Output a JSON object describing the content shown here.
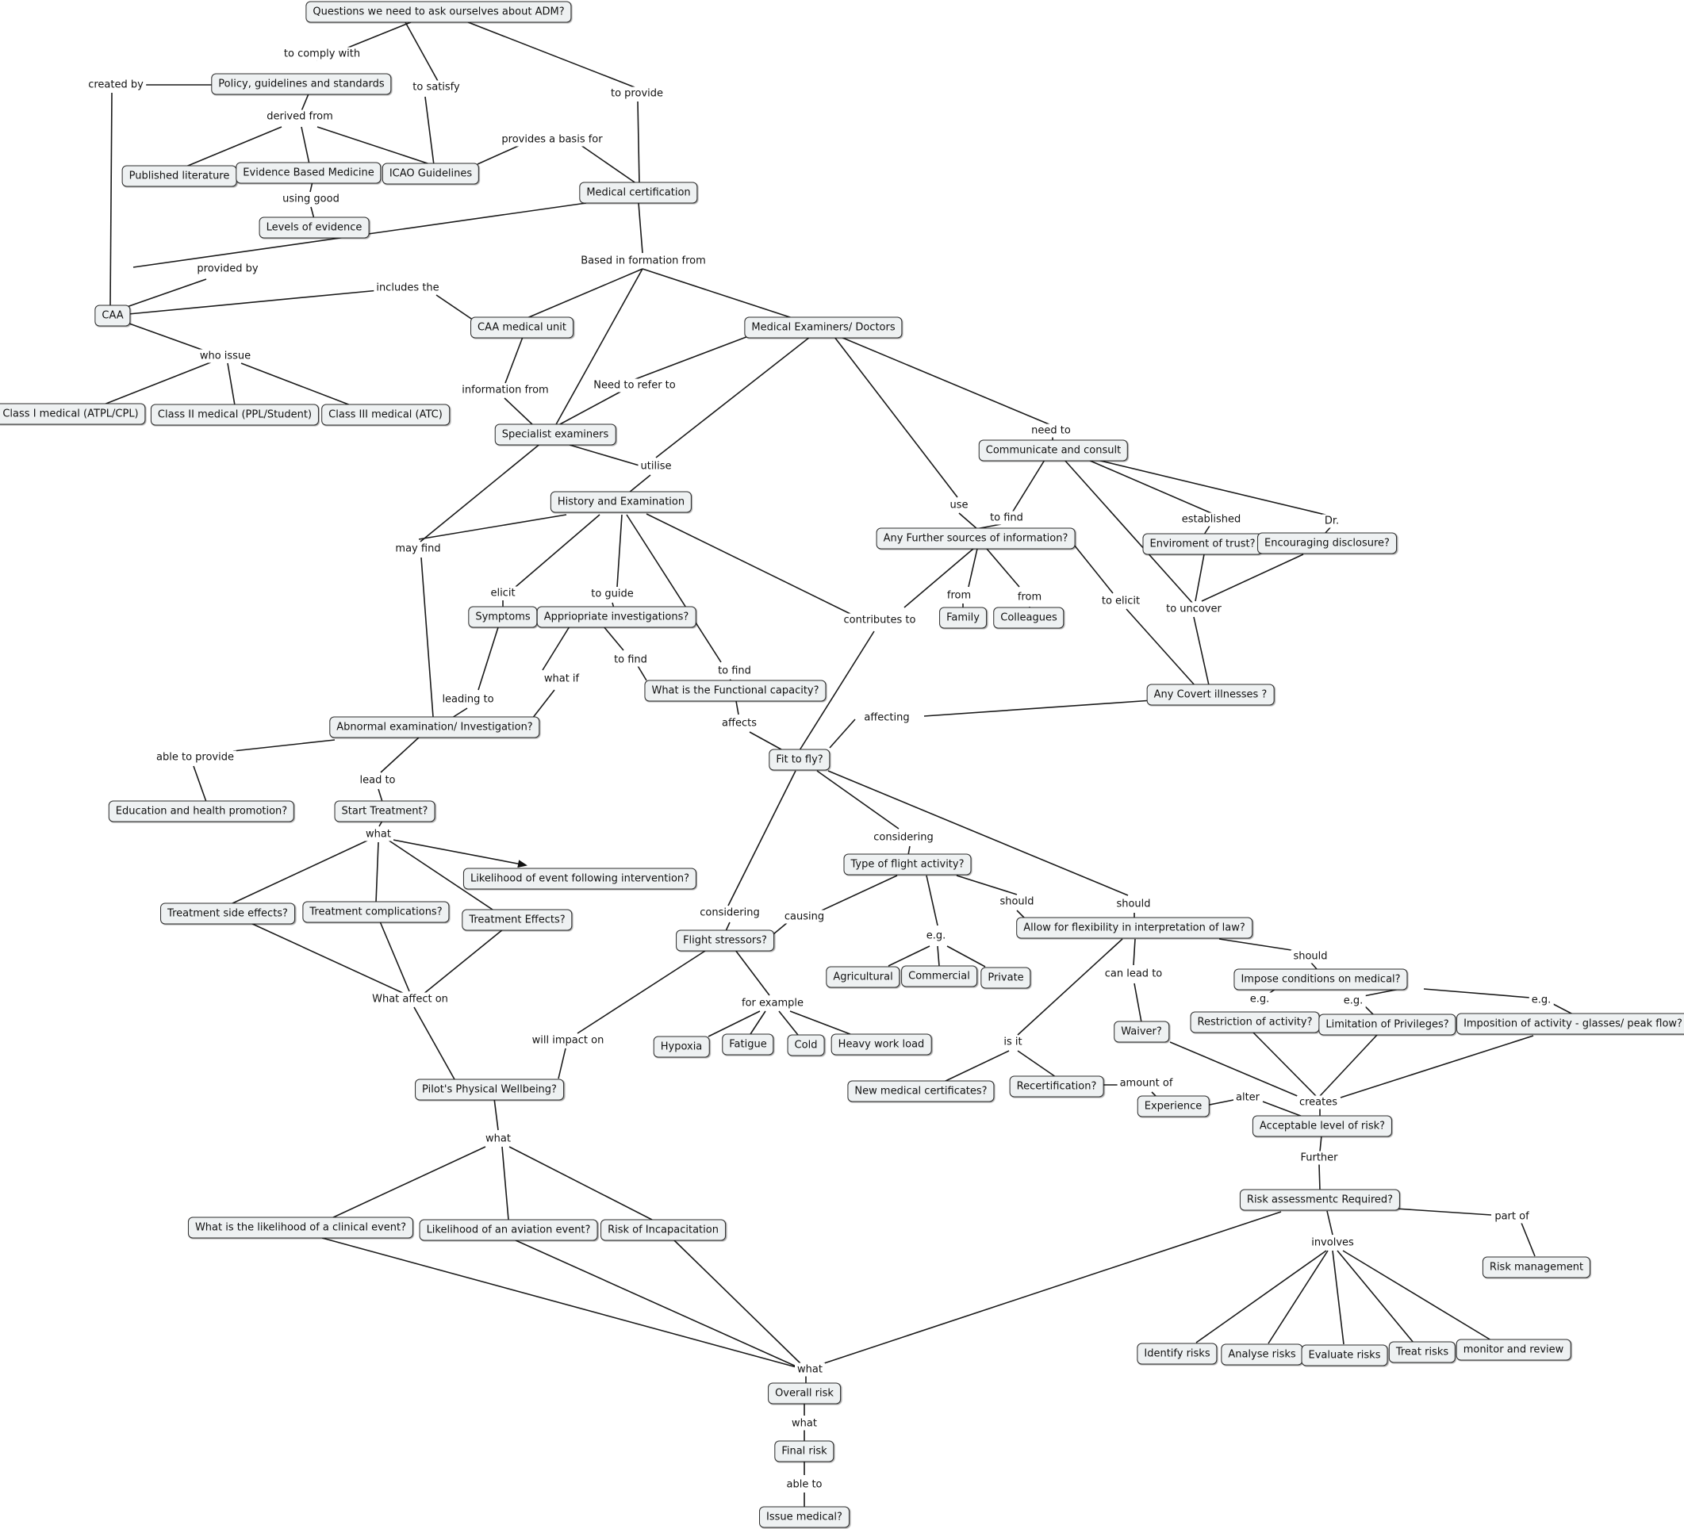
{
  "concepts": {
    "questions": "Questions we need to ask ourselves about ADM?",
    "policy": "Policy, guidelines and standards",
    "published_literature": "Published literature",
    "evidence_based_medicine": "Evidence Based Medicine",
    "icao_guidelines": "ICAO Guidelines",
    "levels_of_evidence": "Levels of evidence",
    "medical_certification": "Medical certification",
    "caa": "CAA",
    "caa_medical_unit": "CAA medical unit",
    "medical_examiners": "Medical Examiners/ Doctors",
    "class_1": "Class I medical (ATPL/CPL)",
    "class_2": "Class II medical (PPL/Student)",
    "class_3": "Class III medical (ATC)",
    "specialist_examiners": "Specialist examiners",
    "communicate_consult": "Communicate and consult",
    "history_examination": "History and Examination",
    "further_sources": "Any Further sources of information?",
    "environment_trust": "Enviroment of trust?",
    "encouraging_disclosure": "Encouraging disclosure?",
    "symptoms": "Symptoms",
    "appropriate_investigations": "Appriopriate investigations?",
    "family": "Family",
    "colleagues": "Colleagues",
    "functional_capacity": "What is the Functional capacity?",
    "covert_illnesses": "Any Covert illnesses ?",
    "abnormal_examination": "Abnormal examination/ Investigation?",
    "fit_to_fly": "Fit to fly?",
    "education_health": "Education and health promotion?",
    "start_treatment": "Start Treatment?",
    "likelihood_following": "Likelihood of event following intervention?",
    "type_flight_activity": "Type of flight activity?",
    "treatment_side_effects": "Treatment side effects?",
    "treatment_complications": "Treatment complications?",
    "treatment_effects": "Treatment Effects?",
    "allow_flexibility": "Allow for flexibility in interpretation of law?",
    "flight_stressors": "Flight stressors?",
    "agricultural": "Agricultural",
    "commercial": "Commercial",
    "private": "Private",
    "impose_conditions": "Impose conditions on medical?",
    "restriction_activity": "Restriction of activity?",
    "limitation_privileges": "Limitation of Privileges?",
    "imposition_activity": "Imposition of activity - glasses/ peak flow?",
    "waiver": "Waiver?",
    "hypoxia": "Hypoxia",
    "fatigue": "Fatigue",
    "cold": "Cold",
    "heavy_work_load": "Heavy work load",
    "new_medical_certificates": "New medical certificates?",
    "recertification": "Recertification?",
    "experience": "Experience",
    "pilot_wellbeing": "Pilot's Physical Wellbeing?",
    "acceptable_risk": "Acceptable level of risk?",
    "risk_assessment": "Risk assessmentc Required?",
    "likelihood_clinical": "What is the likelihood of a clinical event?",
    "likelihood_aviation": "Likelihood of an aviation event?",
    "risk_incapacitation": "Risk of Incapacitation",
    "risk_management": "Risk management",
    "identify_risks": "Identify risks",
    "analyse_risks": "Analyse risks",
    "evaluate_risks": "Evaluate risks",
    "treat_risks": "Treat risks",
    "monitor_review": "monitor and review",
    "overall_risk": "Overall risk",
    "final_risk": "Final risk",
    "issue_medical": "Issue medical?"
  },
  "linking_phrases": {
    "to_comply_with": "to comply with",
    "created_by": "created by",
    "to_satisfy": "to satisfy",
    "to_provide": "to provide",
    "derived_from": "derived from",
    "provides_basis": "provides a basis for",
    "using_good": "using good",
    "based_in_formation": "Based in formation from",
    "provided_by": "provided by",
    "includes_the": "includes the",
    "who_issue": "who issue",
    "information_from": "information from",
    "need_to_refer": "Need to refer to",
    "need_to": "need to",
    "utilise": "utilise",
    "use": "use",
    "to_find_sources": "to find",
    "established": "established",
    "dr": "Dr.",
    "may_find": "may find",
    "elicit": "elicit",
    "to_guide": "to guide",
    "from_family": "from",
    "from_colleagues": "from",
    "to_elicit": "to elicit",
    "to_uncover": "to uncover",
    "contributes_to": "contributes to",
    "to_find_investigations": "to find",
    "to_find_history": "to find",
    "what_if": "what if",
    "leading_to": "leading to",
    "affects": "affects",
    "affecting": "affecting",
    "able_to_provide": "able to provide",
    "lead_to": "lead to",
    "what_treatment": "what",
    "considering_type": "considering",
    "should_fit": "should",
    "considering_stressors": "considering",
    "causing": "causing",
    "should_type": "should",
    "eg_type": "e.g.",
    "should_allow": "should",
    "can_lead_to": "can lead to",
    "what_affect_on": "What affect on",
    "for_example": "for example",
    "eg_restriction": "e.g.",
    "eg_limitation": "e.g.",
    "eg_imposition": "e.g.",
    "will_impact_on": "will impact on",
    "is_it": "is it",
    "amount_of": "amount of",
    "alter": "alter",
    "creates": "creates",
    "what_wellbeing": "what",
    "further": "Further",
    "part_of": "part of",
    "involves": "involves",
    "what_overall": "what",
    "what_final": "what",
    "able_to": "able to"
  }
}
